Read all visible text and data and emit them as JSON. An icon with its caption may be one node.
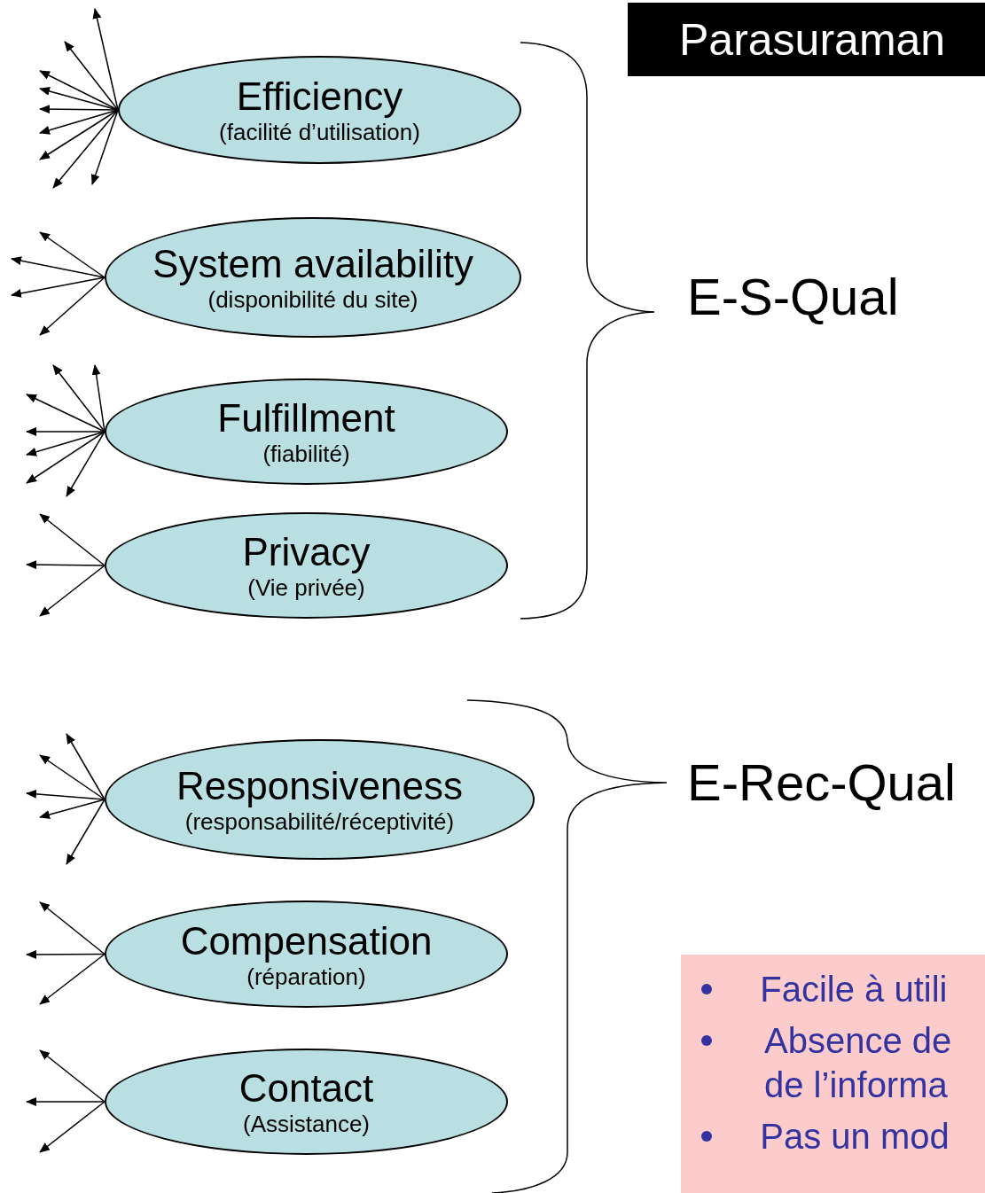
{
  "diagram": {
    "nodes": [
      {
        "text": [
          "Efficiency",
          "(facilité d’utilisation)"
        ]
      },
      {
        "text": [
          "System availability",
          "(disponibilité du site)"
        ]
      },
      {
        "text": [
          "Fulfillment",
          "(fiabilité)"
        ]
      },
      {
        "text": [
          "Privacy",
          "(Vie privée)"
        ]
      },
      {
        "text": [
          "Responsiveness",
          "(responsabilité/réceptivité)"
        ]
      },
      {
        "text": [
          "Compensation",
          "(réparation)"
        ]
      },
      {
        "text": [
          "Contact",
          "(Assistance)"
        ]
      },
      {
        "text": [
          "Parasuraman"
        ]
      },
      {
        "text": [
          "Facile à utili",
          "Absence de de l’informa",
          "Pas un mod"
        ]
      }
    ],
    "edges": [
      {
        "from": 0,
        "to": null,
        "arrow": "to"
      },
      {
        "from": 0,
        "to": null,
        "arrow": "to"
      },
      {
        "from": 0,
        "to": null,
        "arrow": "to"
      },
      {
        "from": 0,
        "to": null,
        "arrow": "to"
      },
      {
        "from": 0,
        "to": null,
        "arrow": "to"
      },
      {
        "from": 0,
        "to": null,
        "arrow": "to"
      },
      {
        "from": 0,
        "to": null,
        "arrow": "to"
      },
      {
        "from": 0,
        "to": null,
        "arrow": "to"
      },
      {
        "from": 0,
        "to": null,
        "arrow": "to"
      },
      {
        "from": 1,
        "to": null,
        "arrow": "to"
      },
      {
        "from": 1,
        "to": null,
        "arrow": "to"
      },
      {
        "from": 1,
        "to": null,
        "arrow": "to"
      },
      {
        "from": 1,
        "to": null,
        "arrow": "to"
      },
      {
        "from": 2,
        "to": null,
        "arrow": "to"
      },
      {
        "from": 2,
        "to": null,
        "arrow": "to"
      },
      {
        "from": 2,
        "to": null,
        "arrow": "to"
      },
      {
        "from": 2,
        "to": null,
        "arrow": "to"
      },
      {
        "from": 2,
        "to": null,
        "arrow": "to"
      },
      {
        "from": 2,
        "to": null,
        "arrow": "to"
      },
      {
        "from": 2,
        "to": null,
        "arrow": "to"
      },
      {
        "from": 3,
        "to": null,
        "arrow": "to"
      },
      {
        "from": 3,
        "to": null,
        "arrow": "to"
      },
      {
        "from": 3,
        "to": null,
        "arrow": "to"
      },
      {
        "from": 4,
        "to": null,
        "arrow": "to"
      },
      {
        "from": 4,
        "to": null,
        "arrow": "to"
      },
      {
        "from": 4,
        "to": null,
        "arrow": "to"
      },
      {
        "from": 4,
        "to": null,
        "arrow": "to"
      },
      {
        "from": 4,
        "to": null,
        "arrow": "to"
      },
      {
        "from": 5,
        "to": null,
        "arrow": "to"
      },
      {
        "from": 5,
        "to": null,
        "arrow": "to"
      },
      {
        "from": 5,
        "to": null,
        "arrow": "to"
      },
      {
        "from": 6,
        "to": null,
        "arrow": "to"
      },
      {
        "from": 6,
        "to": null,
        "arrow": "to"
      },
      {
        "from": 6,
        "to": null,
        "arrow": "to"
      }
    ],
    "labels": [
      "E-S-Qual",
      "E-Rec-Qual"
    ]
  }
}
